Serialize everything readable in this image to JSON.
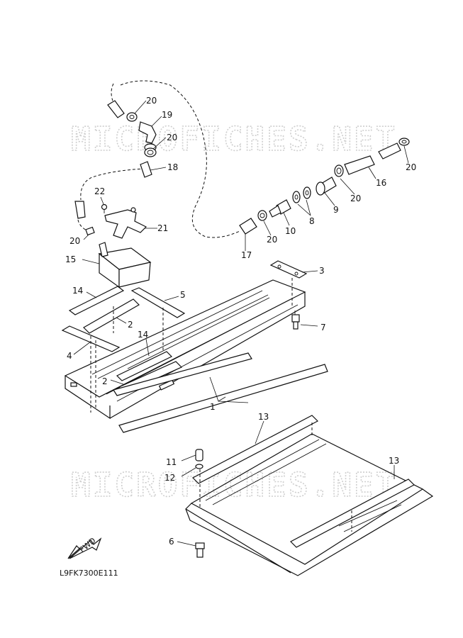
{
  "watermark": {
    "top": "MICROFICHES.NET",
    "bottom": "MICROFICHES.NET"
  },
  "diagram_code": "L9FK7300E111",
  "fwd_arrow": {
    "label": "FWD"
  },
  "callouts": {
    "p20a": "20",
    "p19": "19",
    "p20b": "20",
    "p18": "18",
    "p22": "22",
    "p20c": "20",
    "p21": "21",
    "p15": "15",
    "p20d": "20",
    "p16": "16",
    "p20e": "20",
    "p9": "9",
    "p8": "8",
    "p10": "10",
    "p20f": "20",
    "p17": "17",
    "p3": "3",
    "p14a": "14",
    "p5": "5",
    "p2a": "2",
    "p7": "7",
    "p4": "4",
    "p14b": "14",
    "p2b": "2",
    "p1": "1",
    "p13a": "13",
    "p11": "11",
    "p12": "12",
    "p13b": "13",
    "p6": "6"
  }
}
